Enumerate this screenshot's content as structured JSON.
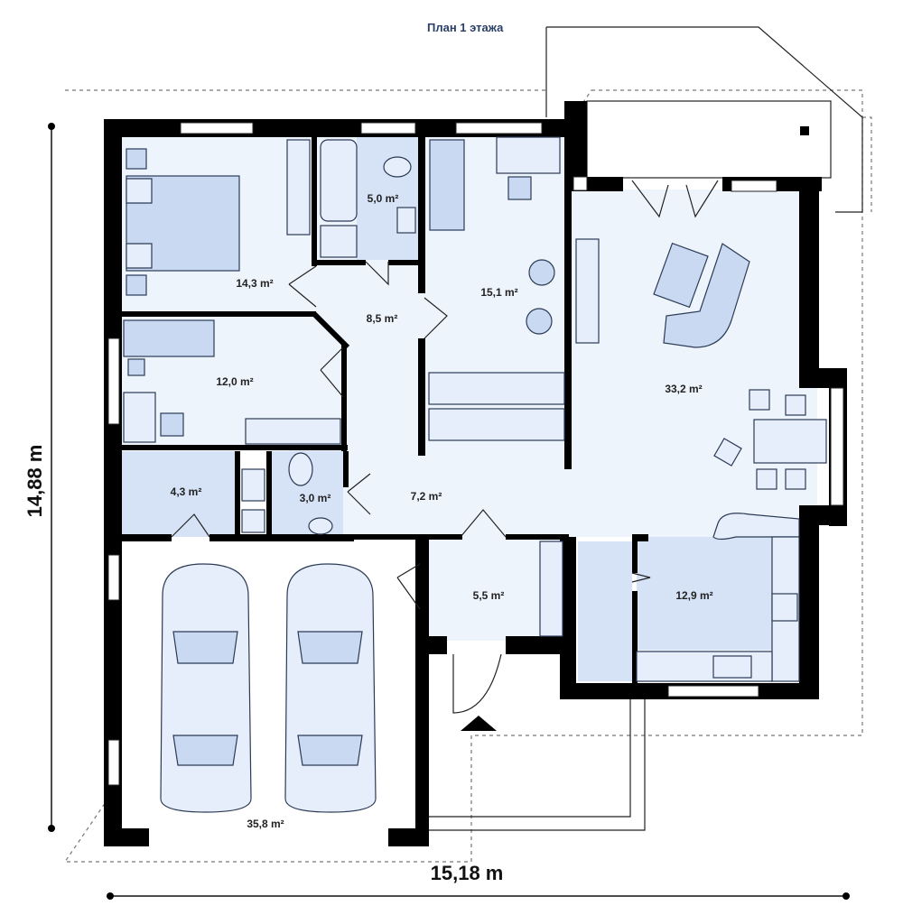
{
  "title": "План 1 этажа",
  "dimensions": {
    "height": "14,88 m",
    "width": "15,18 m"
  },
  "rooms": [
    {
      "id": "bedroom1",
      "area": "14,3 m²"
    },
    {
      "id": "bath",
      "area": "5,0 m²"
    },
    {
      "id": "bedroom2",
      "area": "15,1 m²"
    },
    {
      "id": "hall1",
      "area": "8,5 m²"
    },
    {
      "id": "bedroom3",
      "area": "12,0 m²"
    },
    {
      "id": "living",
      "area": "33,2 m²"
    },
    {
      "id": "utility",
      "area": "4,3 m²"
    },
    {
      "id": "wc",
      "area": "3,0 m²"
    },
    {
      "id": "hall2",
      "area": "7,2 m²"
    },
    {
      "id": "vestibule",
      "area": "5,5 m²"
    },
    {
      "id": "kitchen",
      "area": "12,9 m²"
    },
    {
      "id": "garage",
      "area": "35,8 m²"
    }
  ]
}
